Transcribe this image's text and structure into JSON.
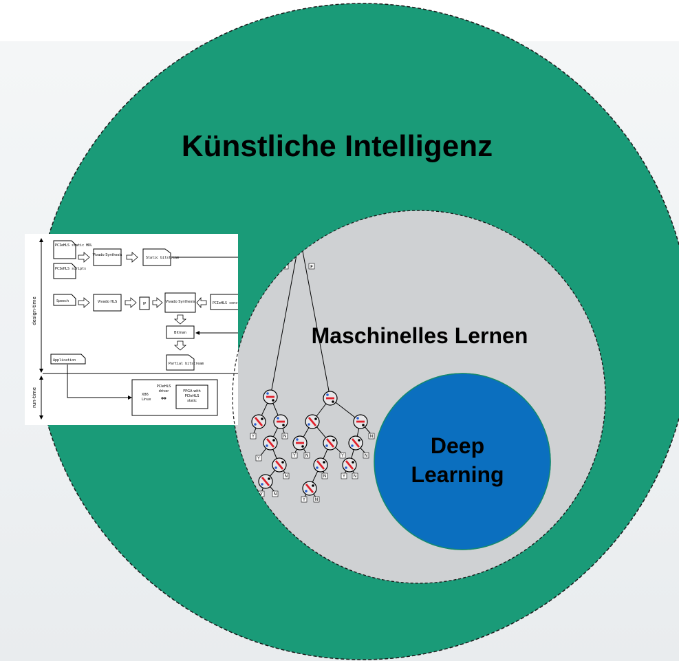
{
  "ai_label": "Künstliche Intelligenz",
  "ml_label": "Maschinelles Lernen",
  "dl_label_line1": "Deep",
  "dl_label_line2": "Learning",
  "colors": {
    "ai_circle": "#1a9b78",
    "ml_circle": "#cfd1d3",
    "dl_circle": "#0b6fbf"
  },
  "flow_diagram": {
    "inputs": [
      "PCIeHLS static HDL",
      "PCIeHLS scripts"
    ],
    "synthesis_top": "Vivado Synthesis",
    "static_bitstream": "Static bitstream",
    "speech": "Speech",
    "vivado_hls": "Vivado HLS",
    "ip": "IP",
    "synthesis_mid": "Vivado Synthesis",
    "constraints": "PCIeHLS constraints",
    "bitman": "Bitman",
    "partial_bitstream": "Partial bitstream",
    "application": "Application",
    "design_time": "design-time",
    "run_time": "run-time",
    "host_line1": "X86",
    "host_line2": "Linux",
    "driver_line1": "PCIeHLS",
    "driver_line2": "driver",
    "fpga_line1": "FPGA with",
    "fpga_line2": "PCIeHLS",
    "fpga_line3": "static"
  },
  "tree": {
    "edge_true": "T",
    "edge_false": "F",
    "leaf_yes": "Y",
    "leaf_no": "N"
  }
}
